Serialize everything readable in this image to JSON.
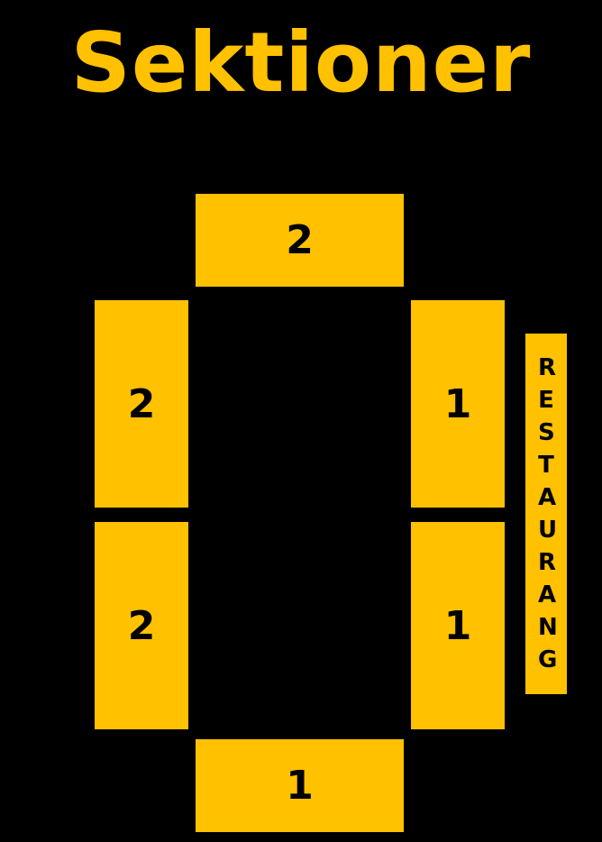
{
  "title": "Sektioner",
  "colors": {
    "background": "#000000",
    "section_fill": "#FFC100",
    "text_on_section": "#000000"
  },
  "sections": {
    "top": "2",
    "left_upper": "2",
    "left_lower": "2",
    "right_upper": "1",
    "right_lower": "1",
    "bottom": "1"
  },
  "restaurant_label": "RESTAURANG"
}
